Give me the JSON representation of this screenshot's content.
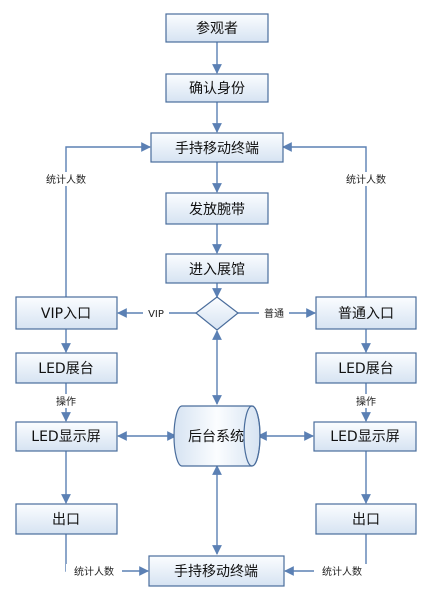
{
  "nodes": {
    "visitor": "参观者",
    "verify_identity": "确认身份",
    "handheld_top": "手持移动终端",
    "issue_wristband": "发放腕带",
    "enter_hall": "进入展馆",
    "vip_entrance": "VIP入口",
    "normal_entrance": "普通入口",
    "led_stage_left": "LED展台",
    "led_stage_right": "LED展台",
    "led_screen_left": "LED显示屏",
    "led_screen_right": "LED显示屏",
    "backend_system": "后台系统",
    "exit_left": "出口",
    "exit_right": "出口",
    "handheld_bottom": "手持移动终端"
  },
  "edge_labels": {
    "count_top_left": "统计人数",
    "count_top_right": "统计人数",
    "vip": "VIP",
    "normal": "普通",
    "operate_left": "操作",
    "operate_right": "操作",
    "count_bottom_left": "统计人数",
    "count_bottom_right": "统计人数"
  },
  "colors": {
    "box_fill_top": "#fbfdff",
    "box_fill_bottom": "#d6e3f2",
    "box_stroke": "#4a6d9c",
    "arrow": "#5b80b4"
  }
}
